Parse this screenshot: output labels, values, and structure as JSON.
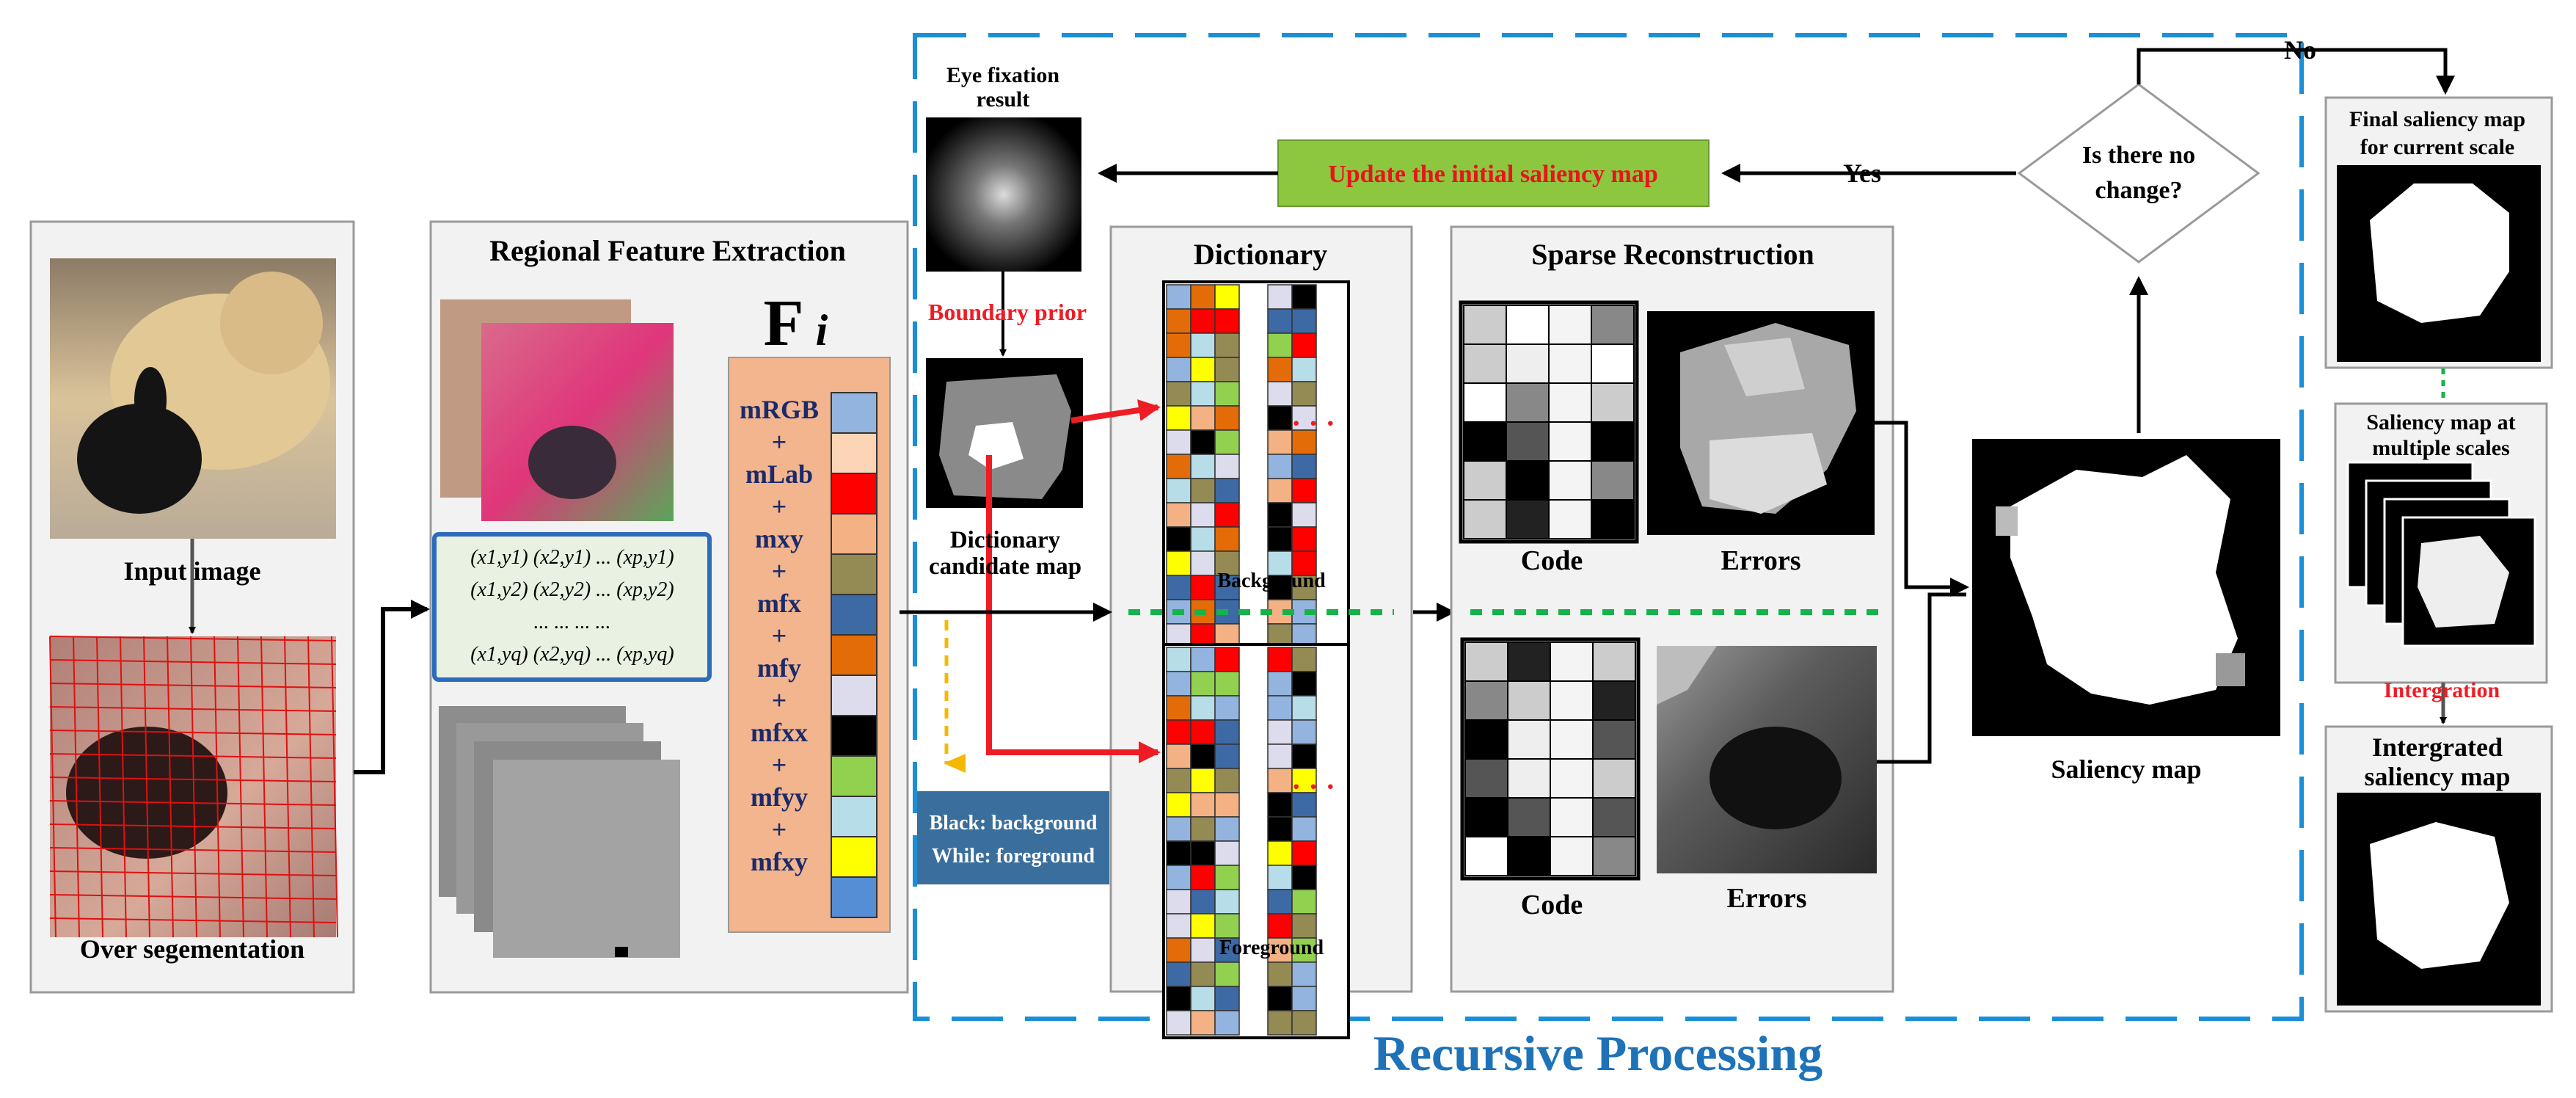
{
  "input_panel": {
    "input_label": "Input image",
    "overseg_label": "Over segementation"
  },
  "feature_panel": {
    "title": "Regional Feature Extraction",
    "fi_symbol": "F",
    "fi_sub": "i",
    "matrix_rows": [
      "(x1,y1) (x2,y1) ... (xp,y1)",
      "(x1,y2) (x2,y2) ... (xp,y2)",
      "...  ...  ...  ...",
      "(x1,yq) (x2,yq) ... (xp,yq)"
    ],
    "features": [
      "mRGB",
      "+",
      "mLab",
      "+",
      "mxy",
      "+",
      "mfx",
      "+",
      "mfy",
      "+",
      "mfxx",
      "+",
      "mfyy",
      "+",
      "mfxy"
    ]
  },
  "eye": {
    "label_line1": "Eye fixation",
    "label_line2": "result",
    "boundary_prior": "Boundary prior",
    "dict_cand_line1": "Dictionary",
    "dict_cand_line2": "candidate map",
    "legend_line1": "Black: background",
    "legend_line2": "While: foreground"
  },
  "update_box": "Update the initial saliency map",
  "yes_label": "Yes",
  "no_label": "No",
  "decision_line1": "Is there no",
  "decision_line2": "change?",
  "dictionary": {
    "title": "Dictionary",
    "background_label": "Background",
    "foreground_label": "Foreground",
    "dots": "· · ·"
  },
  "sparse": {
    "title": "Sparse Reconstruction",
    "code_label_top": "Code",
    "errors_label_top": "Errors",
    "code_label_bottom": "Code",
    "errors_label_bottom": "Errors"
  },
  "saliency_label": "Saliency map",
  "right_panel": {
    "final_line1": "Final saliency map",
    "final_line2": "for current scale",
    "multi_line1": "Saliency map at",
    "multi_line2": "multiple scales",
    "integration": "Intergration",
    "integrated_line1": "Intergrated",
    "integrated_line2": "saliency map"
  },
  "recursive_label": "Recursive Processing",
  "colors": {
    "blue_dash": "#1a8fd6",
    "update_bg": "#8dc63f",
    "update_text": "#e8141c",
    "red_arrow": "#ee1c24",
    "feature_bg": "#f2b58e",
    "legend_bg": "#3a6e9c",
    "green_dash": "#17b24a",
    "yellow_dash": "#f5b800",
    "recursive_text": "#1e72b8",
    "feature_text": "#1a2a6b"
  }
}
